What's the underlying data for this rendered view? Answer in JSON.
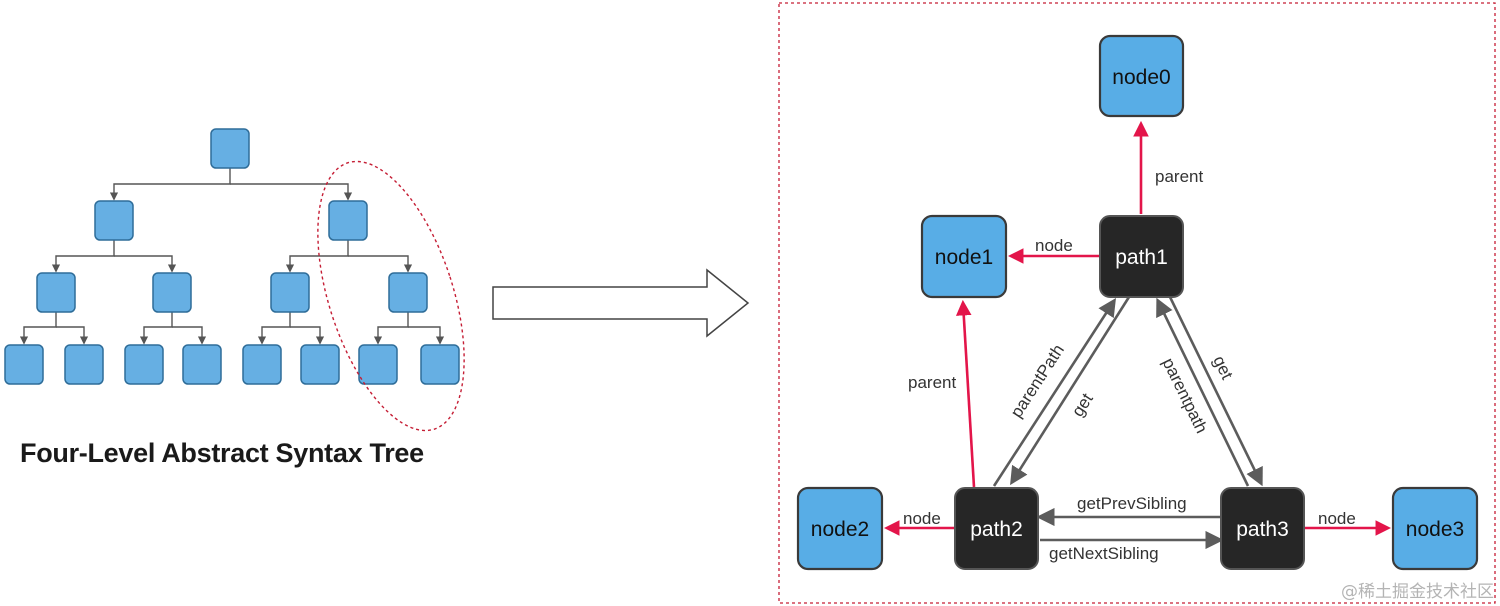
{
  "colors": {
    "node_fill": "#58ade6",
    "node_stroke": "#3a3a3a",
    "path_fill": "#262626",
    "red_arrow": "#e3154a",
    "gray_arrow": "#5c5c5c",
    "tree_node_fill": "#66afe3",
    "tree_node_stroke": "#2f6d99",
    "highlight_border": "#c51e35"
  },
  "tree": {
    "title": "Four-Level Abstract Syntax Tree",
    "levels": [
      1,
      2,
      4,
      8
    ]
  },
  "panel": {
    "nodes": [
      "node0",
      "node1",
      "node2",
      "node3"
    ],
    "paths": [
      "path1",
      "path2",
      "path3"
    ],
    "edge_labels": {
      "path1_parent_node0": "parent",
      "path1_node_node1": "node",
      "path2_parent_node1": "parent",
      "path2_parentPath_path1": "parentPath",
      "path1_get_path2": "get",
      "path3_parentpath_path1": "parentpath",
      "path1_get_path3": "get",
      "path3_getPrevSibling_path2": "getPrevSibling",
      "path2_getNextSibling_path3": "getNextSibling",
      "path2_node_node2": "node",
      "path3_node_node3": "node"
    }
  },
  "watermark": "@稀土掘金技术社区"
}
